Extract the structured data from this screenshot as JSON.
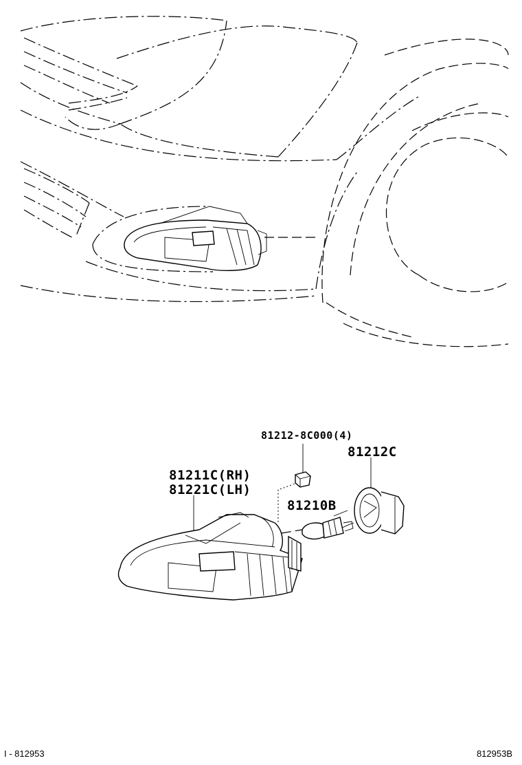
{
  "labels": {
    "bolt": "81212-8C000(4)",
    "socket": "81212C",
    "lamp_rh": "81211C(RH)",
    "lamp_lh": "81221C(LH)",
    "bulb": "81210B"
  },
  "footer": {
    "left": "I - 812953",
    "right": "812953B"
  }
}
